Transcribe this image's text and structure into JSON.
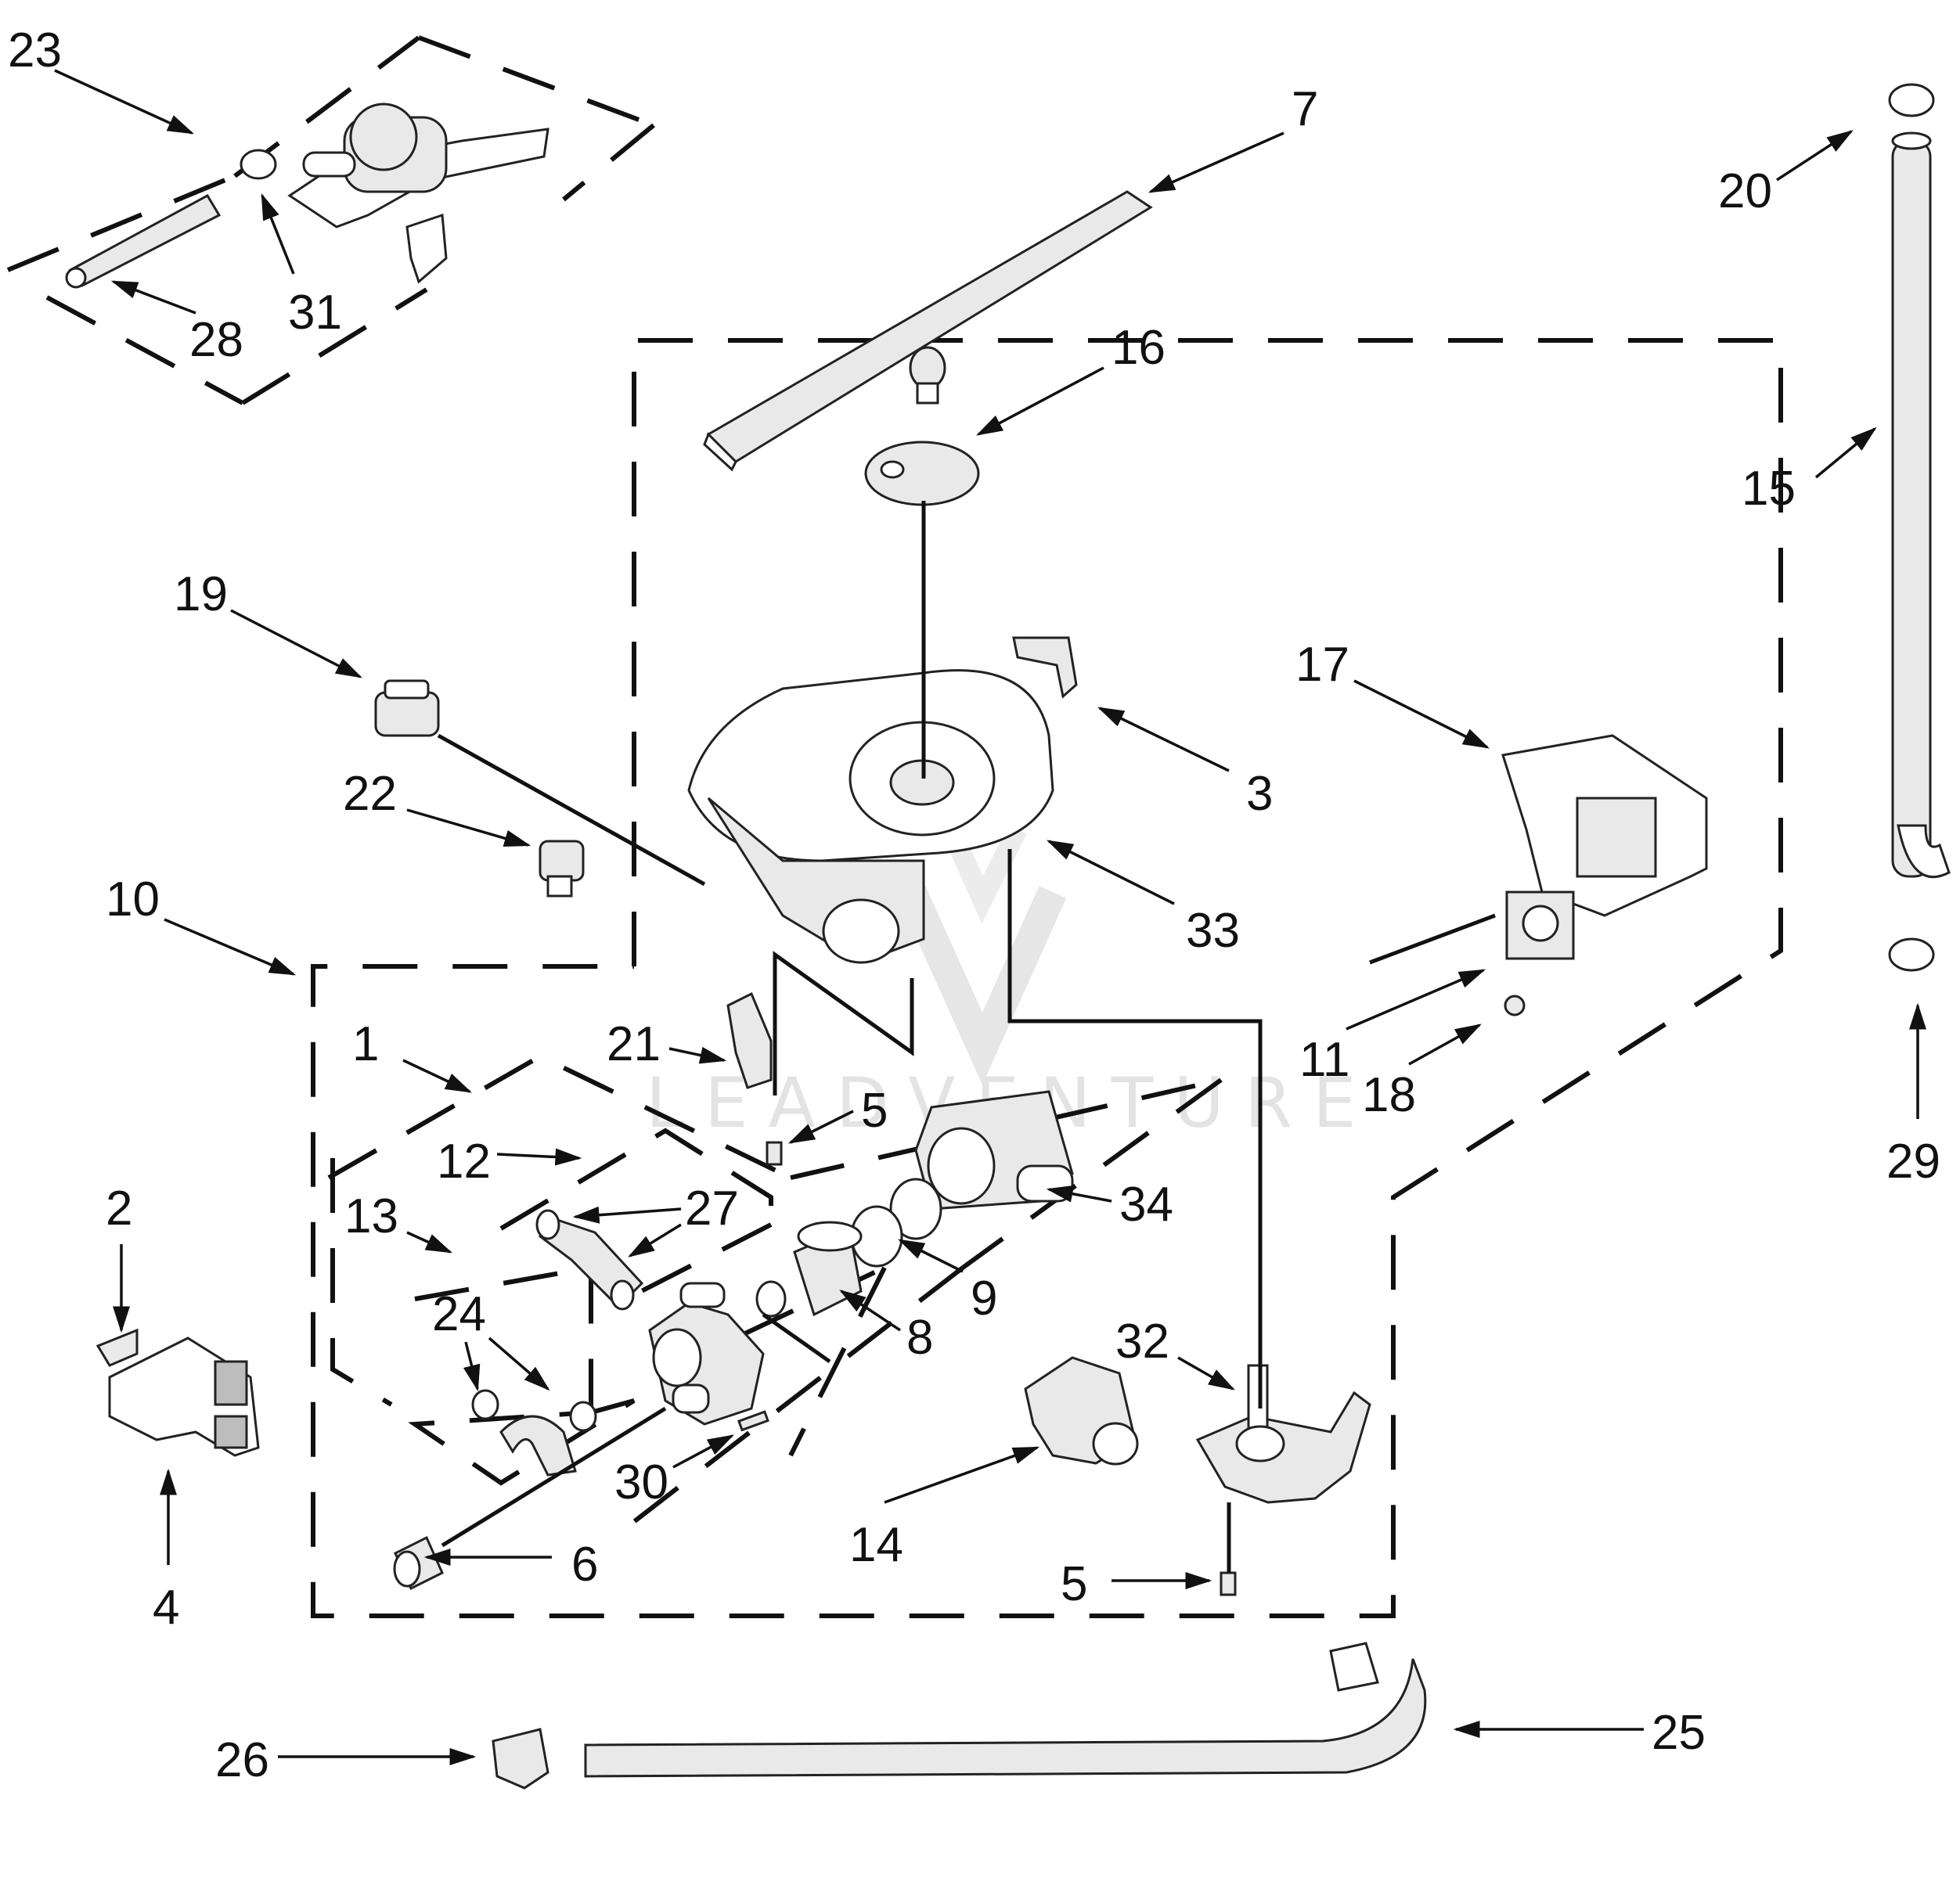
{
  "diagram": {
    "watermark": "LEADVENTURE",
    "colors": {
      "line": "#111111",
      "part_fill": "#e9e9e9",
      "watermark": "#e3e3e3"
    },
    "callouts": [
      {
        "id": "23",
        "label": "23"
      },
      {
        "id": "7",
        "label": "7"
      },
      {
        "id": "20",
        "label": "20"
      },
      {
        "id": "31",
        "label": "31"
      },
      {
        "id": "28",
        "label": "28"
      },
      {
        "id": "16",
        "label": "16"
      },
      {
        "id": "15",
        "label": "15"
      },
      {
        "id": "19",
        "label": "19"
      },
      {
        "id": "17",
        "label": "17"
      },
      {
        "id": "3",
        "label": "3"
      },
      {
        "id": "22",
        "label": "22"
      },
      {
        "id": "33",
        "label": "33"
      },
      {
        "id": "10",
        "label": "10"
      },
      {
        "id": "1",
        "label": "1"
      },
      {
        "id": "21",
        "label": "21"
      },
      {
        "id": "11",
        "label": "11"
      },
      {
        "id": "18",
        "label": "18"
      },
      {
        "id": "5a",
        "label": "5"
      },
      {
        "id": "12",
        "label": "12"
      },
      {
        "id": "2",
        "label": "2"
      },
      {
        "id": "13",
        "label": "13"
      },
      {
        "id": "27",
        "label": "27"
      },
      {
        "id": "34",
        "label": "34"
      },
      {
        "id": "29",
        "label": "29"
      },
      {
        "id": "9",
        "label": "9"
      },
      {
        "id": "24",
        "label": "24"
      },
      {
        "id": "8",
        "label": "8"
      },
      {
        "id": "32",
        "label": "32"
      },
      {
        "id": "30",
        "label": "30"
      },
      {
        "id": "4",
        "label": "4"
      },
      {
        "id": "14",
        "label": "14"
      },
      {
        "id": "6",
        "label": "6"
      },
      {
        "id": "5b",
        "label": "5"
      },
      {
        "id": "25",
        "label": "25"
      },
      {
        "id": "26",
        "label": "26"
      }
    ]
  }
}
